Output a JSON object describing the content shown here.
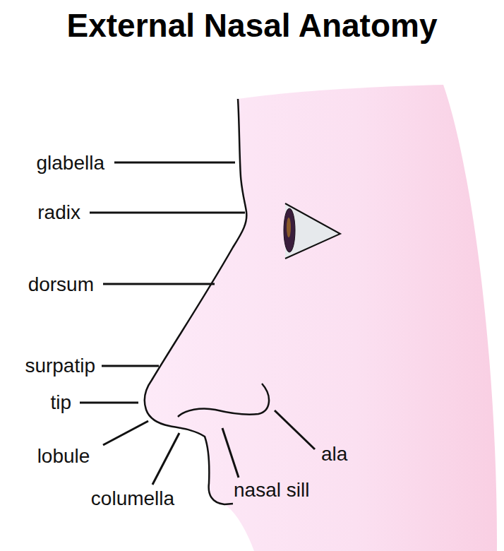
{
  "diagram": {
    "title": "External Nasal Anatomy",
    "labels": [
      "glabella",
      "radix",
      "dorsum",
      "surpatip",
      "tip",
      "lobule",
      "columella",
      "nasal sill",
      "ala"
    ]
  }
}
